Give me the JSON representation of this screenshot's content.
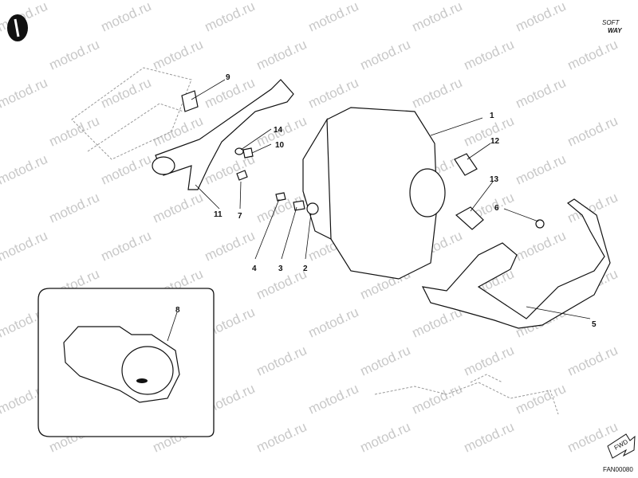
{
  "watermark": {
    "text": "motod.ru"
  },
  "brand": {
    "line1": "SOFT",
    "line2": "WAY"
  },
  "callouts": [
    "1",
    "2",
    "3",
    "4",
    "5",
    "6",
    "7",
    "8",
    "9",
    "10",
    "11",
    "12",
    "13",
    "14"
  ],
  "diagram_code": "FAN00080",
  "fwd_label": "FWD",
  "colors": {
    "ink": "#111111",
    "watermark": "#c8c8c8",
    "background": "#ffffff"
  }
}
